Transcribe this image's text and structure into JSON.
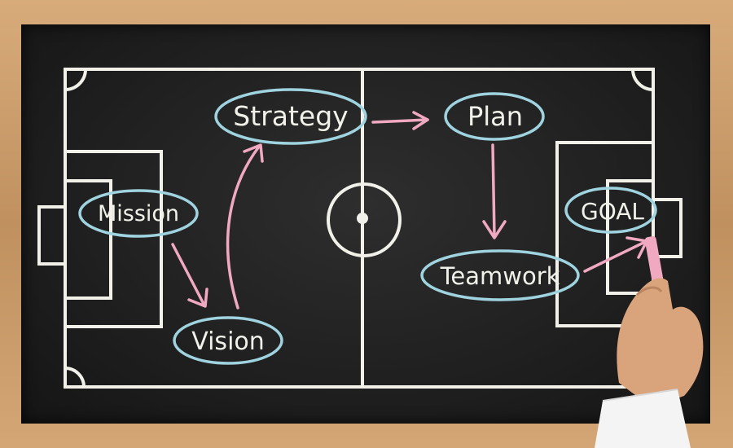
{
  "scene": {
    "labels": {
      "strategy": "Strategy",
      "plan": "Plan",
      "mission": "Mission",
      "goal": "GOAL",
      "teamwork": "Teamwork",
      "vision": "Vision"
    },
    "colors": {
      "frame_wood": "#c89a6a",
      "board_black": "#1f1f1f",
      "chalk_white": "#f1f1ea",
      "chalk_blue": "#9fd3df",
      "chalk_pink": "#f0a9c0",
      "shirt_white": "#f4f4f4",
      "skin": "#d9a37c"
    }
  }
}
